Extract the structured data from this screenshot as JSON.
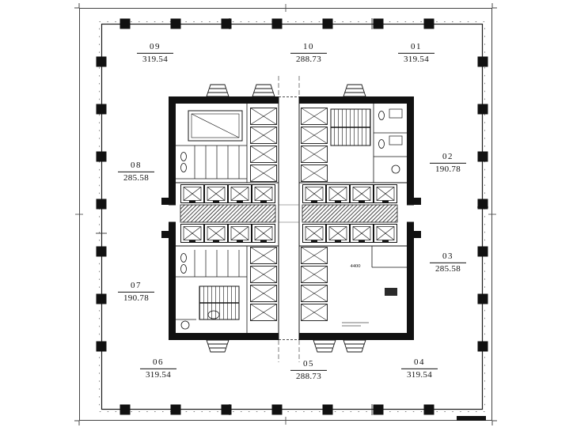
{
  "units": {
    "u09": {
      "no": "09",
      "area": "319.54"
    },
    "u10": {
      "no": "10",
      "area": "288.73"
    },
    "u01": {
      "no": "01",
      "area": "319.54"
    },
    "u08": {
      "no": "08",
      "area": "285.58"
    },
    "u02": {
      "no": "02",
      "area": "190.78"
    },
    "u07": {
      "no": "07",
      "area": "190.78"
    },
    "u03": {
      "no": "03",
      "area": "285.58"
    },
    "u06": {
      "no": "06",
      "area": "319.54"
    },
    "u05": {
      "no": "05",
      "area": "288.73"
    },
    "u04": {
      "no": "04",
      "area": "319.54"
    }
  },
  "annotations": {
    "dim_4400": "4400"
  },
  "colors": {
    "ink": "#141414",
    "paper": "#ffffff"
  }
}
